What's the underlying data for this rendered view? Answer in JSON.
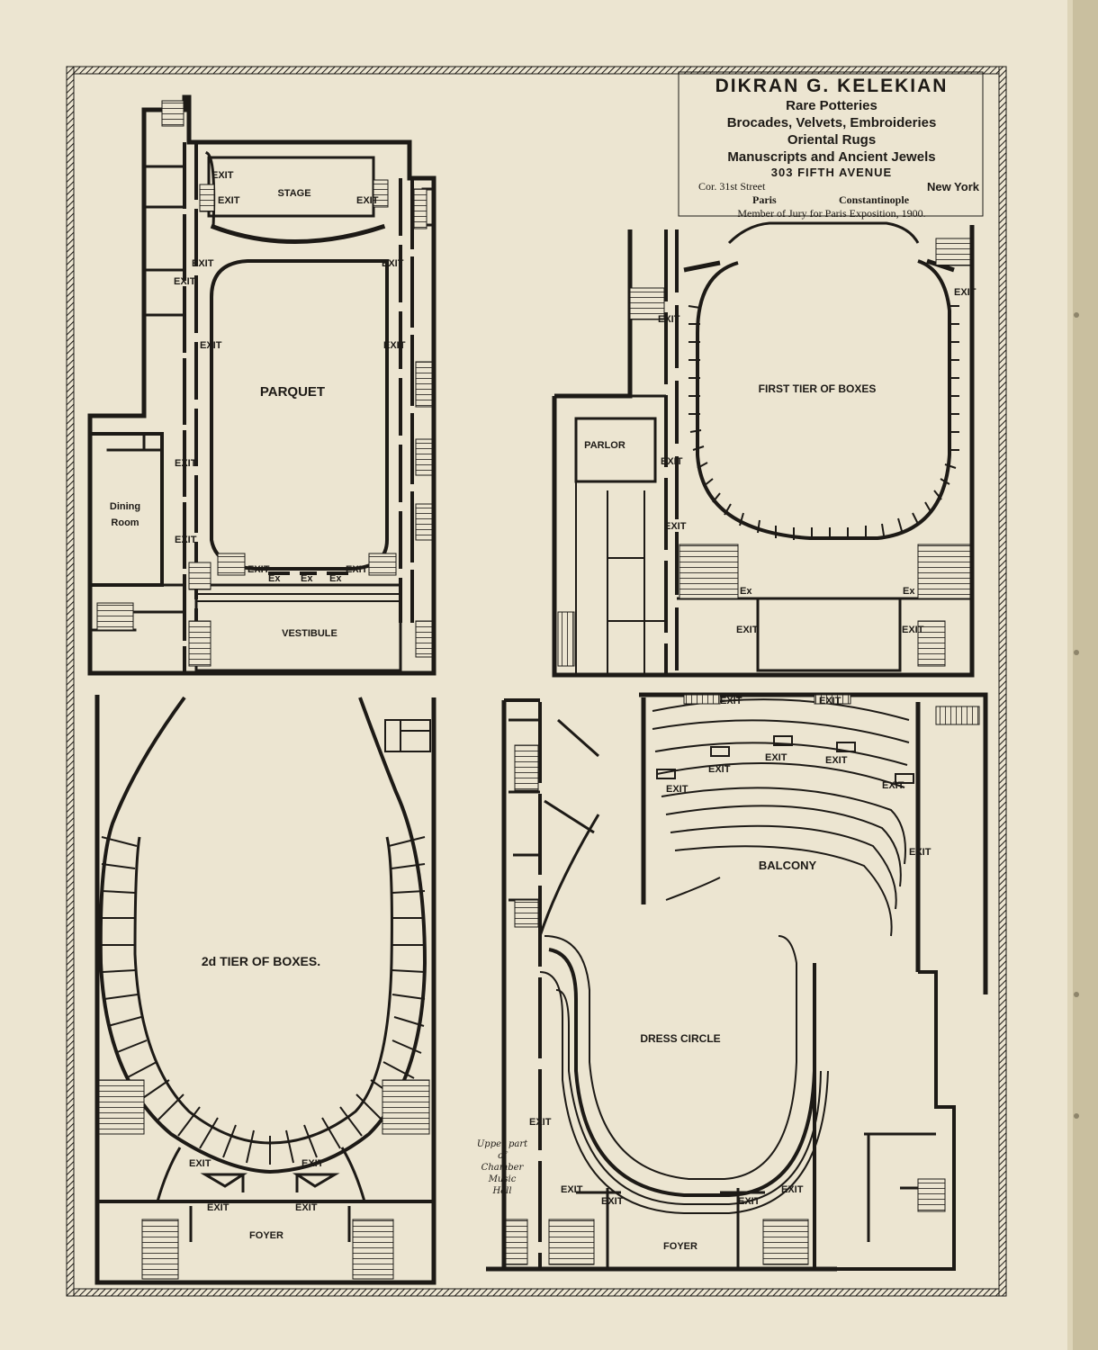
{
  "advertisement": {
    "name": "DIKRAN G. KELEKIAN",
    "line1": "Rare Potteries",
    "line2": "Brocades, Velvets, Embroideries",
    "line3": "Oriental Rugs",
    "line4": "Manuscripts and Ancient Jewels",
    "address": "303 FIFTH AVENUE",
    "cross_street": "Cor. 31st Street",
    "city": "New York",
    "branch1": "Paris",
    "branch2": "Constantinople",
    "jury": "Member of Jury for Paris Exposition, 1900."
  },
  "plans": {
    "parquet": {
      "title": "PARQUET",
      "stage": "STAGE",
      "vestibule": "VESTIBULE",
      "dining_room_line1": "Dining",
      "dining_room_line2": "Room",
      "exit": "EXIT",
      "ex": "Ex"
    },
    "first_tier": {
      "title": "FIRST TIER OF BOXES",
      "parlor": "PARLOR",
      "exit": "EXIT",
      "ex": "Ex"
    },
    "second_tier": {
      "title": "2d TIER OF BOXES.",
      "foyer": "FOYER",
      "exit": "EXIT"
    },
    "dress_circle": {
      "title": "DRESS CIRCLE",
      "balcony": "BALCONY",
      "foyer": "FOYER",
      "exit": "EXIT",
      "note_line1": "Upper part",
      "note_line2": "of",
      "note_line3": "Chamber",
      "note_line4": "Music",
      "note_line5": "Hall"
    }
  }
}
